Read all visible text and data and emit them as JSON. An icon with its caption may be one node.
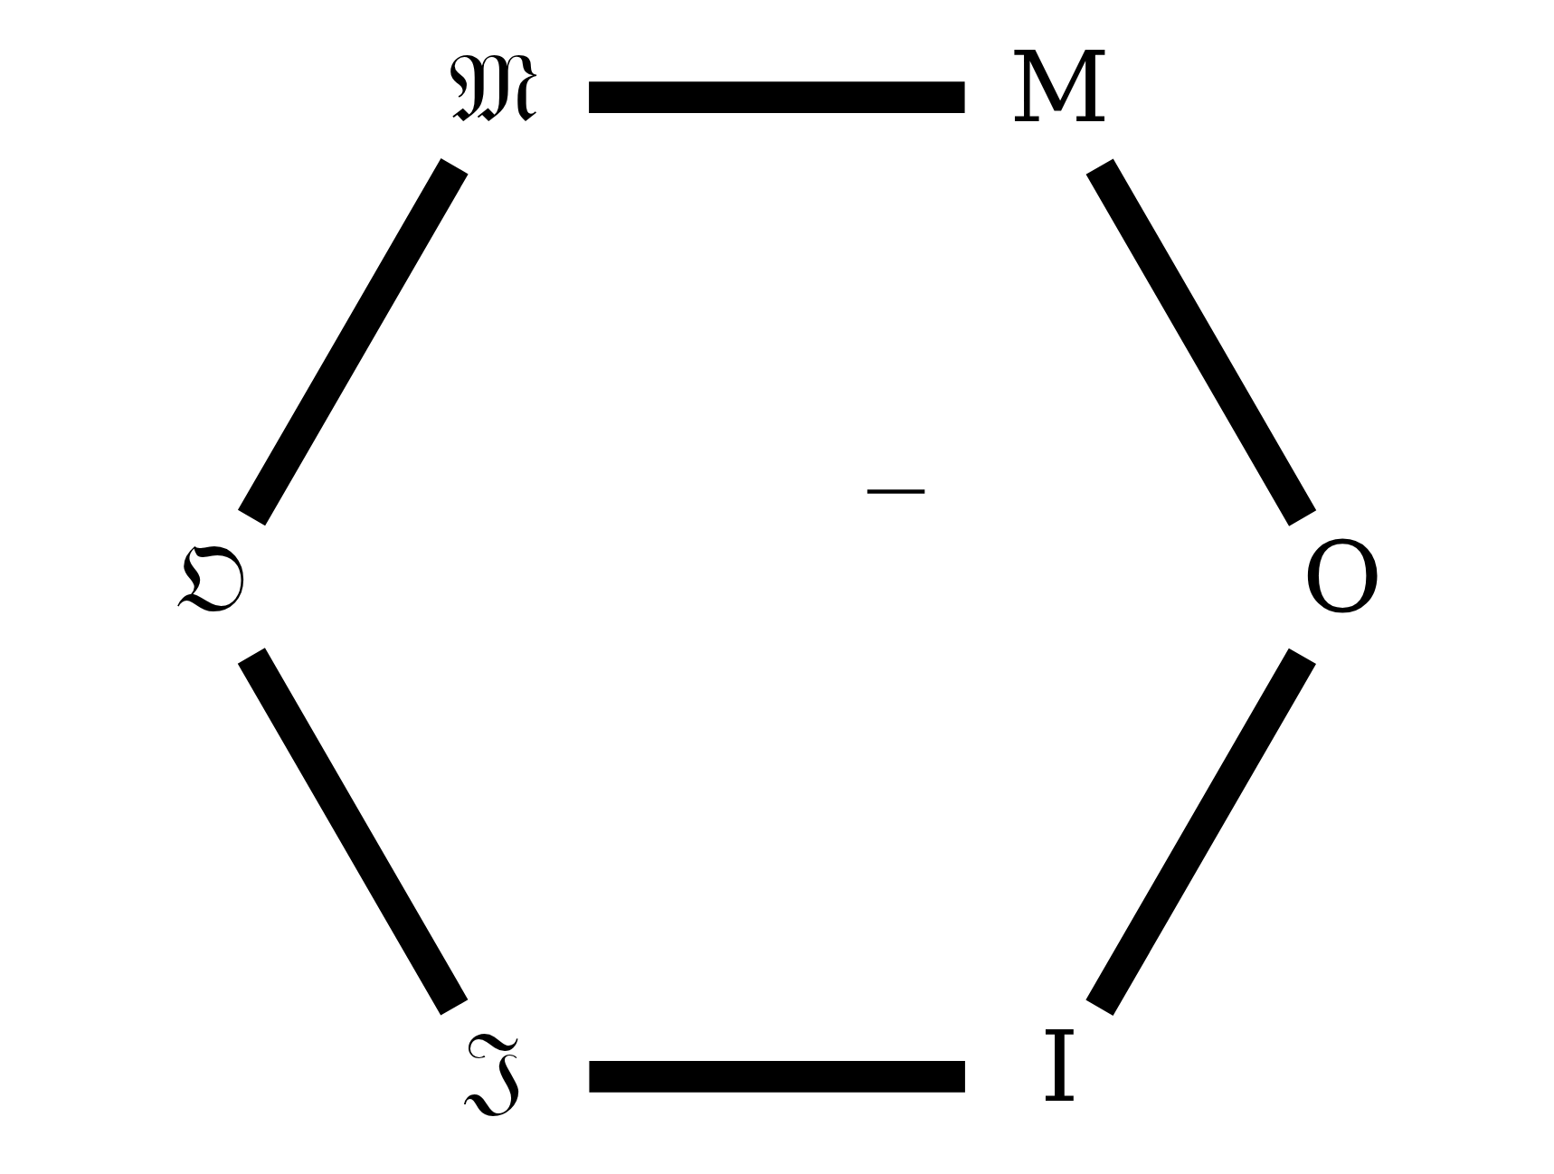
{
  "diagram": {
    "nodes": [
      {
        "text": [
          "𝔐"
        ]
      },
      {
        "text": [
          "M"
        ]
      },
      {
        "text": [
          "𝔒"
        ]
      },
      {
        "text": [
          "O"
        ]
      },
      {
        "text": [
          "𝔍"
        ]
      },
      {
        "text": [
          "I"
        ]
      }
    ],
    "edges": [
      {
        "from": 0,
        "to": 1,
        "arrow": "none"
      },
      {
        "from": 1,
        "to": 3,
        "arrow": "none"
      },
      {
        "from": 3,
        "to": 5,
        "arrow": "none"
      },
      {
        "from": 5,
        "to": 4,
        "arrow": "none"
      },
      {
        "from": 4,
        "to": 2,
        "arrow": "none"
      },
      {
        "from": 2,
        "to": 0,
        "arrow": "none"
      }
    ],
    "labels": [
      "—"
    ]
  }
}
